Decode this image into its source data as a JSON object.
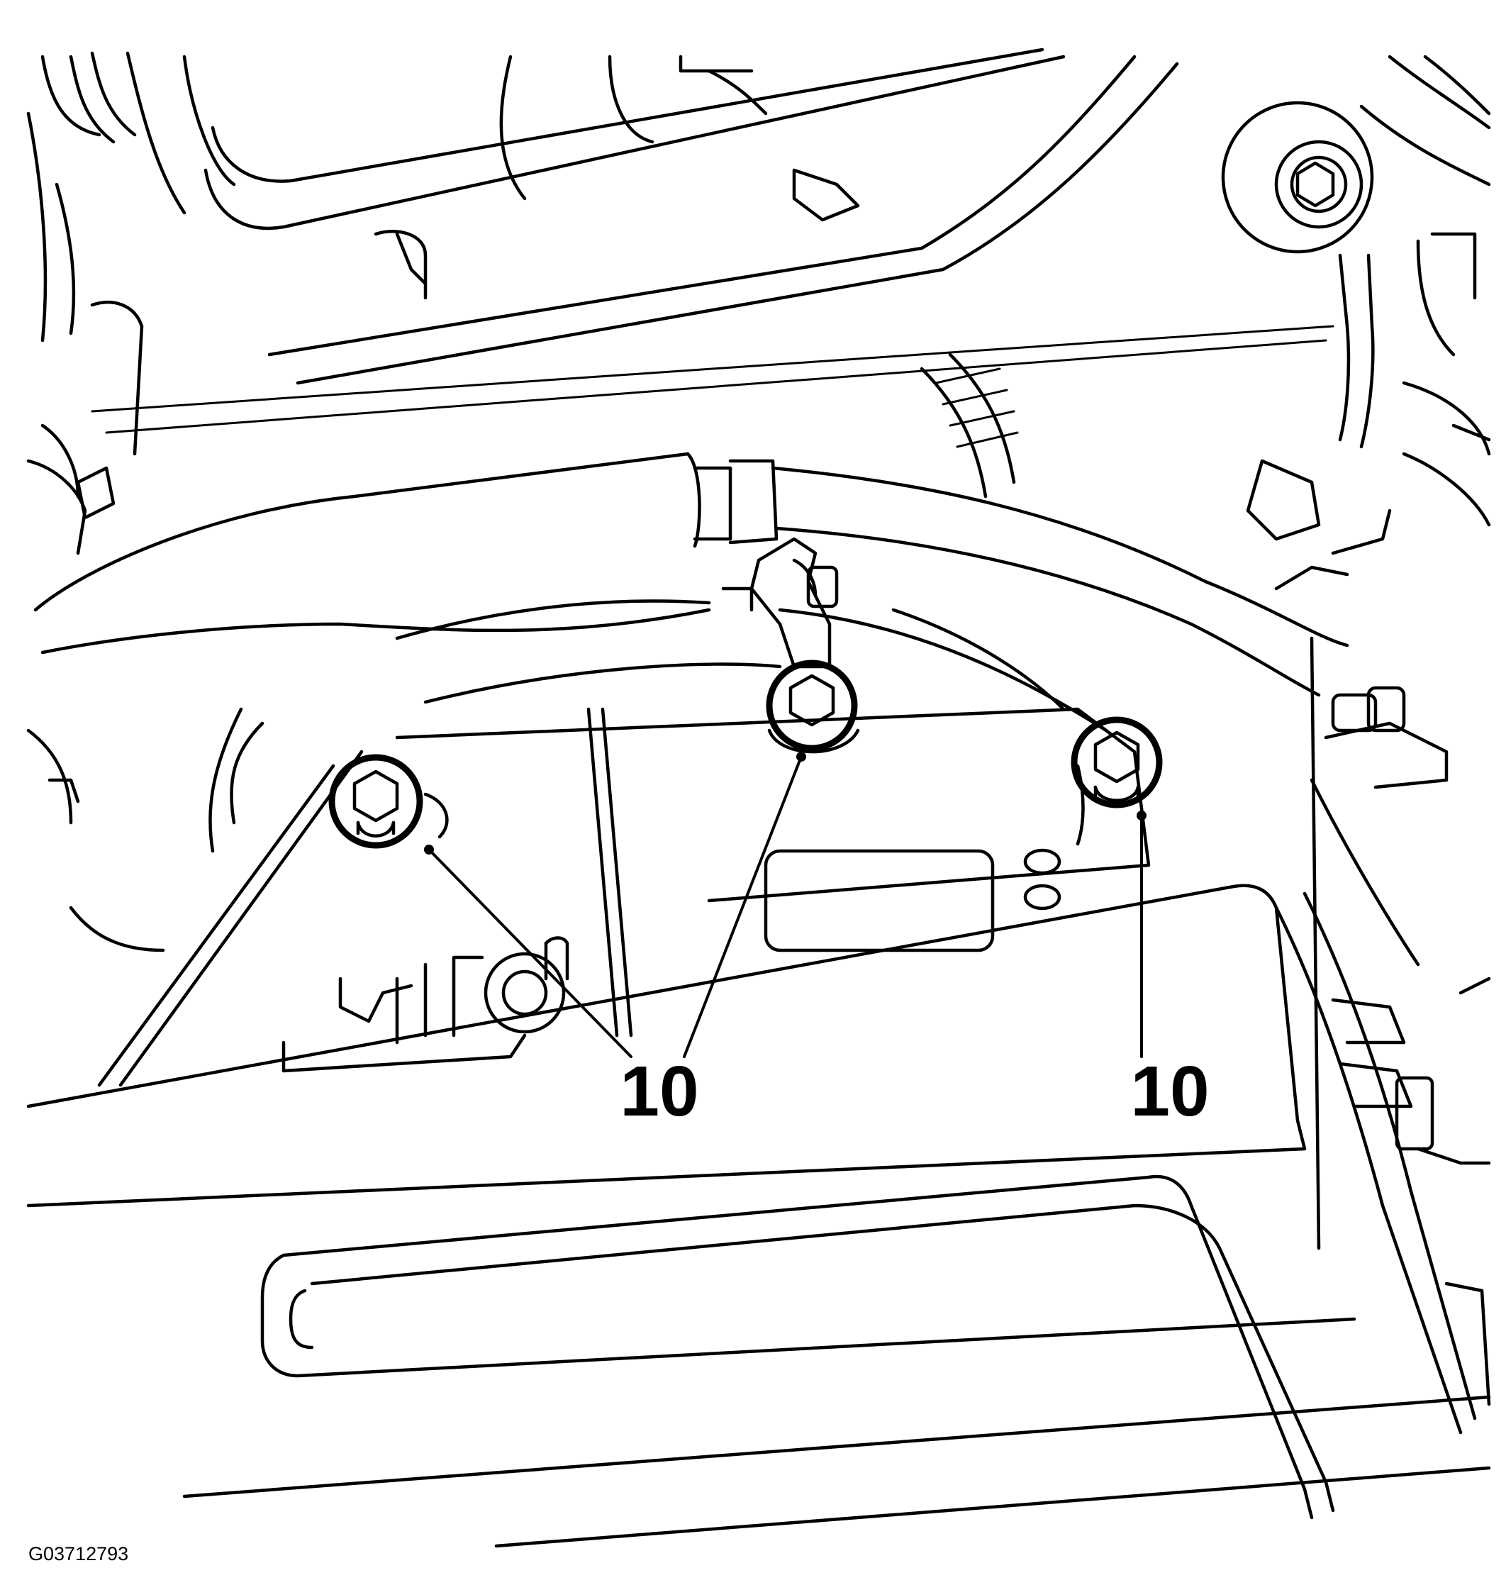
{
  "callouts": [
    {
      "id": "callout-left",
      "label": "10"
    },
    {
      "id": "callout-right",
      "label": "10"
    }
  ],
  "figure_id": "G03712793"
}
